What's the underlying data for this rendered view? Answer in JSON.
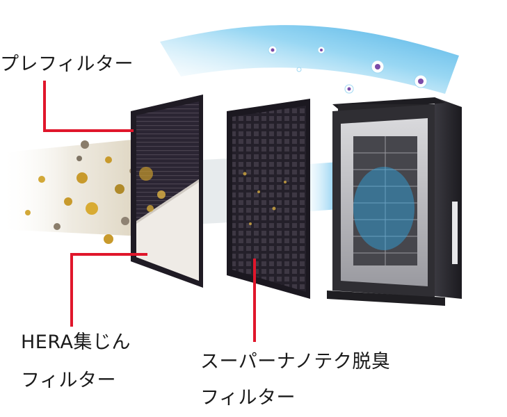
{
  "labels": {
    "pre_filter": "プレフィルター",
    "hera_line1": "HERA集じん",
    "hera_line2": "フィルター",
    "nano_line1": "スーパーナノテク脱臭",
    "nano_line2": "フィルター"
  },
  "colors": {
    "leader_line": "#e0162b",
    "filter_frame": "#2a2430",
    "hepa_media": "#eeeae6",
    "airflow": "#3fb4ea",
    "dust": "#c89a2c",
    "purifier_body": "#2b2a2e"
  }
}
